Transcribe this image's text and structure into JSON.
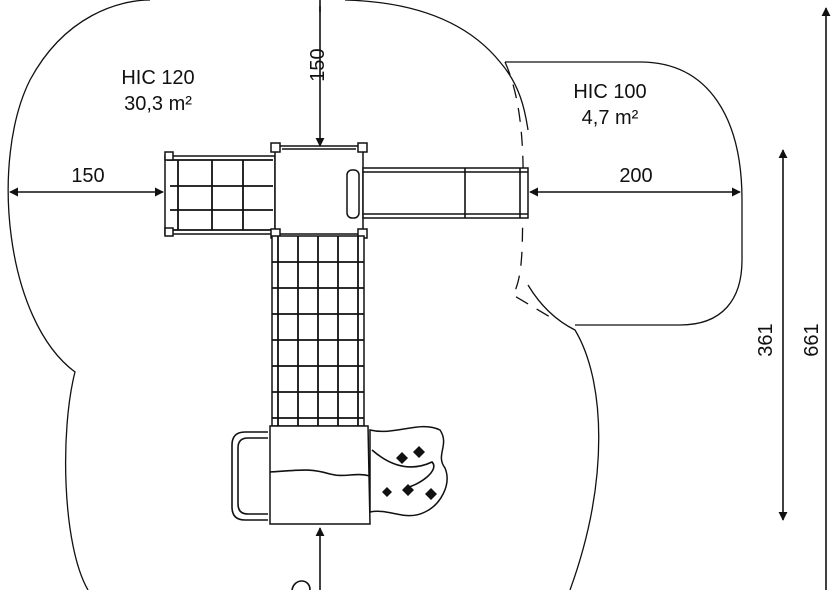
{
  "zones": [
    {
      "label": "HIC 120",
      "area": "30,3 m²"
    },
    {
      "label": "HIC 100",
      "area": "4,7 m²"
    }
  ],
  "dimensions": {
    "top": "150",
    "left": "150",
    "right": "200",
    "inner_height": "361",
    "total_height": "661"
  }
}
